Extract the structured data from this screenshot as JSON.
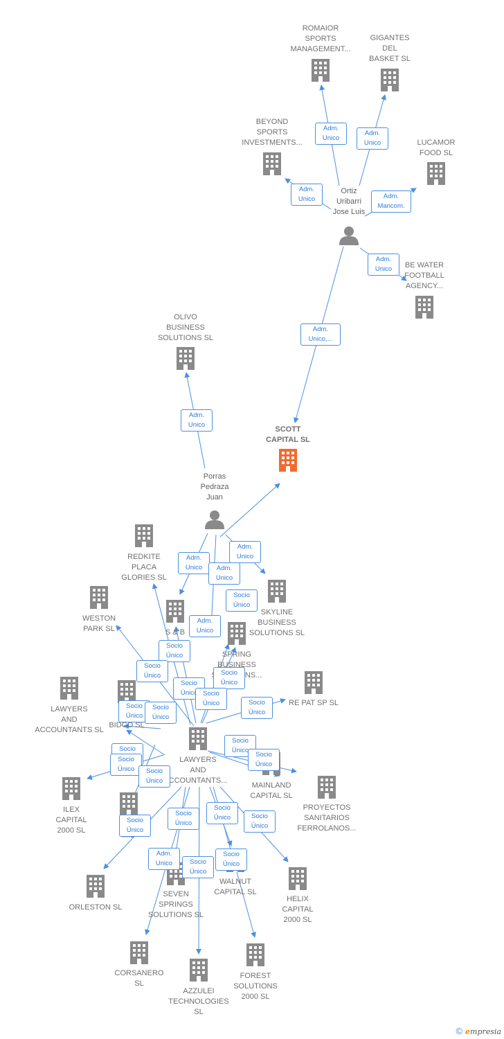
{
  "nodes": {
    "romaior": {
      "label": [
        "ROMAIOR",
        "SPORTS",
        "MANAGEMENT..."
      ]
    },
    "gigantes": {
      "label": [
        "GIGANTES",
        "DEL",
        "BASKET SL"
      ]
    },
    "beyond": {
      "label": [
        "BEYOND",
        "SPORTS",
        "INVESTMENTS..."
      ]
    },
    "lucamor": {
      "label": [
        "LUCAMOR",
        "FOOD SL"
      ]
    },
    "bewater": {
      "label": [
        "BE WATER",
        "FOOTBALL",
        "AGENCY..."
      ]
    },
    "ortiz": {
      "label": [
        "Ortiz",
        "Uribarri",
        "Jose Luis"
      ]
    },
    "olivo": {
      "label": [
        "OLIVO",
        "BUSINESS",
        "SOLUTIONS  SL"
      ]
    },
    "scott": {
      "label": [
        "SCOTT",
        "CAPITAL  SL"
      ]
    },
    "porras": {
      "label": [
        "Porras",
        "Pedraza",
        "Juan"
      ]
    },
    "redkite": {
      "label": [
        "REDKITE",
        "PLACA",
        "GLORIES  SL"
      ]
    },
    "skyline": {
      "label": [
        "SKYLINE",
        "BUSINESS",
        "SOLUTIONS  SL"
      ]
    },
    "weston": {
      "label": [
        "WESTON",
        "PARK  SL"
      ]
    },
    "sb": {
      "label": [
        "S & B"
      ]
    },
    "spring": {
      "label": [
        "SPRING",
        "BUSINESS",
        "SOLUTIONS..."
      ]
    },
    "lawyers1": {
      "label": [
        "LAWYERS",
        "AND",
        "ACCOUNTANTS SL"
      ]
    },
    "picbid": {
      "label": [
        "PIC",
        "BIDCO  SL"
      ]
    },
    "repat": {
      "label": [
        "RE PAT SP  SL"
      ]
    },
    "lawyers2": {
      "label": [
        "LAWYERS",
        "AND",
        "CCOUNTANTS..."
      ]
    },
    "mainland": {
      "label": [
        "MAINLAND",
        "CAPITAL  SL"
      ]
    },
    "proyectos": {
      "label": [
        "PROYECTOS",
        "SANITARIOS",
        "FERROLANOS..."
      ]
    },
    "ilex": {
      "label": [
        "ILEX",
        "CAPITAL",
        "2000  SL"
      ]
    },
    "picmid": {
      "label": [
        "PIC",
        "MID"
      ]
    },
    "orleston": {
      "label": [
        "ORLESTON  SL"
      ]
    },
    "seven": {
      "label": [
        "SEVEN",
        "SPRINGS",
        "SOLUTIONS  SL"
      ]
    },
    "walnut": {
      "label": [
        "WALNUT",
        "CAPITAL  SL"
      ]
    },
    "helix": {
      "label": [
        "HELIX",
        "CAPITAL",
        "2000  SL"
      ]
    },
    "corsanero": {
      "label": [
        "CORSANERO",
        "SL"
      ]
    },
    "azzulei": {
      "label": [
        "AZZULEI",
        "TECHNOLOGIES",
        "SL"
      ]
    },
    "forest": {
      "label": [
        "FOREST",
        "SOLUTIONS",
        "2000  SL"
      ]
    }
  },
  "badges": [
    [
      "Adm.",
      "Unico"
    ],
    [
      "Adm.",
      "Unico"
    ],
    [
      "Adm.",
      "Unico"
    ],
    [
      "Adm.",
      "Mancom."
    ],
    [
      "Adm.",
      "Unico"
    ],
    [
      "Adm.",
      "Unico,..."
    ],
    [
      "Adm.",
      "Unico"
    ],
    [
      "Adm.",
      "Unico"
    ],
    [
      "Adm.",
      "Unico"
    ],
    [
      "Adm.",
      "Unico"
    ],
    [
      "Socio",
      "Único"
    ],
    [
      "Adm.",
      "Unico"
    ],
    [
      "Socio",
      "Único"
    ],
    [
      "Socio",
      "Único"
    ],
    [
      "Socio",
      "Único"
    ],
    [
      "Socio",
      "Único"
    ],
    [
      "Socio",
      "Único"
    ],
    [
      "Socio",
      "Único"
    ],
    [
      "Socio",
      "Único"
    ],
    [
      "Socio",
      "Único"
    ],
    [
      "Socio",
      "Único"
    ],
    [
      "Socio",
      "Único"
    ],
    [
      "Socio",
      "Único"
    ],
    [
      "Socio",
      "Único"
    ],
    [
      "Socio",
      "Único"
    ],
    [
      "Socio",
      "Único"
    ],
    [
      "Socio",
      "Único"
    ],
    [
      "Socio",
      "Único"
    ],
    [
      "Socio",
      "Único"
    ],
    [
      "Adm.",
      "Unico"
    ],
    [
      "Socio",
      "Único"
    ],
    [
      "Socio",
      "Único"
    ]
  ],
  "footer": {
    "copyright": "©",
    "brand_first": "e",
    "brand_rest": "mpresia"
  },
  "colors": {
    "edge": "#4a90e2",
    "icon": "#8a8a8a",
    "main_icon": "#f26a2e",
    "badge_text": "#2e7bd8"
  }
}
